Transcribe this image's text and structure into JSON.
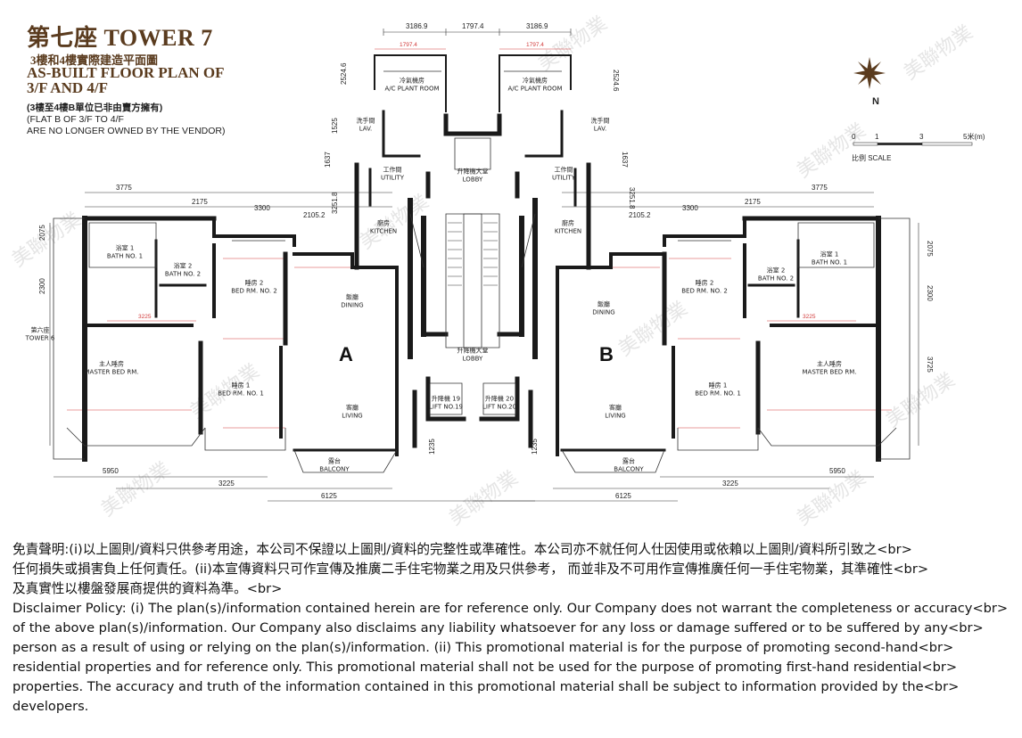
{
  "header": {
    "title": "第七座 TOWER 7",
    "subtitle_zh": "3樓和4樓實際建造平面圖",
    "subtitle_en_1": "AS-BUILT FLOOR PLAN OF",
    "subtitle_en_2": "3/F AND 4/F",
    "note_1": "(3樓至4樓B單位已非由賣方擁有)",
    "note_2": "(FLAT B OF 3/F TO 4/F",
    "note_3": "ARE NO LONGER OWNED BY THE VENDOR)"
  },
  "compass": {
    "label": "N"
  },
  "scale_bar": {
    "ticks": [
      "0",
      "1",
      "3",
      "5米(m)"
    ],
    "label": "比例 SCALE"
  },
  "units": {
    "a": "A",
    "b": "B"
  },
  "rooms": {
    "dining": "飯廳\nDINING",
    "living": "客廳\nLIVING",
    "master_bed": "主人睡房\nMASTER BED RM.",
    "bed1": "睡房 1\nBED RM. NO. 1",
    "bed2": "睡房 2\nBED RM. NO. 2",
    "bath1": "浴室 1\nBATH NO. 1",
    "bath2": "浴室 2\nBATH NO. 2",
    "kitchen": "廚房\nKITCHEN",
    "utility": "工作間\nUTILITY",
    "lav": "洗手間\nLAV.",
    "balcony": "露台\nBALCONY",
    "lift_lobby": "升降機大堂\nLOBBY",
    "plant_room": "冷氣機房\nA/C PLANT ROOM",
    "lift19": "升降機 19\nLIFT NO.19",
    "lift20": "升降機 20\nLIFT NO.20",
    "tower6": "第六座\nTOWER 6"
  },
  "dimensions": {
    "top_left": "3186.9",
    "top_mid": "1797.4",
    "top_right": "3186.9",
    "w3775": "3775",
    "w2175": "2175",
    "w3300": "3300",
    "w21052": "2105.2",
    "w5950": "5950",
    "w3225": "3225",
    "w6125": "6125",
    "h2075": "2075",
    "h2300": "2300",
    "h3725": "3725",
    "h25246": "2524.6",
    "h1525": "1525",
    "h1637": "1637",
    "h32518": "3251.8",
    "h1235": "1235"
  },
  "watermark": "美聯物業",
  "disclaimer": {
    "zh_1": "免責聲明:(i)以上圖則/資料只供參考用途，本公司不保證以上圖則/資料的完整性或準確性。本公司亦不就任何人仕因使用或依賴以上圖則/資料所引致之<br>",
    "zh_2": "任何損失或損害負上任何責任。(ii)本宣傳資料只可作宣傳及推廣二手住宅物業之用及只供參考， 而並非及不可用作宣傳推廣任何一手住宅物業，其準確性<br>",
    "zh_3": "及真實性以樓盤發展商提供的資料為準。<br>",
    "en_1": "Disclaimer Policy: (i) The plan(s)/information contained herein are for reference only. Our Company does not warrant the completeness or accuracy<br>",
    "en_2": "of the above plan(s)/information. Our Company also disclaims any liability whatsoever for any loss or damage suffered or to be suffered by any<br>",
    "en_3": "person as a result of using or relying on the plan(s)/information. (ii) This promotional material is for the purpose of promoting second-hand<br>",
    "en_4": "residential properties and for reference only. This promotional material shall not be used for the purpose of promoting first-hand residential<br>",
    "en_5": "properties. The accuracy and truth of the information contained in this promotional material shall be subject to information provided by the<br>",
    "en_6": "developers."
  }
}
